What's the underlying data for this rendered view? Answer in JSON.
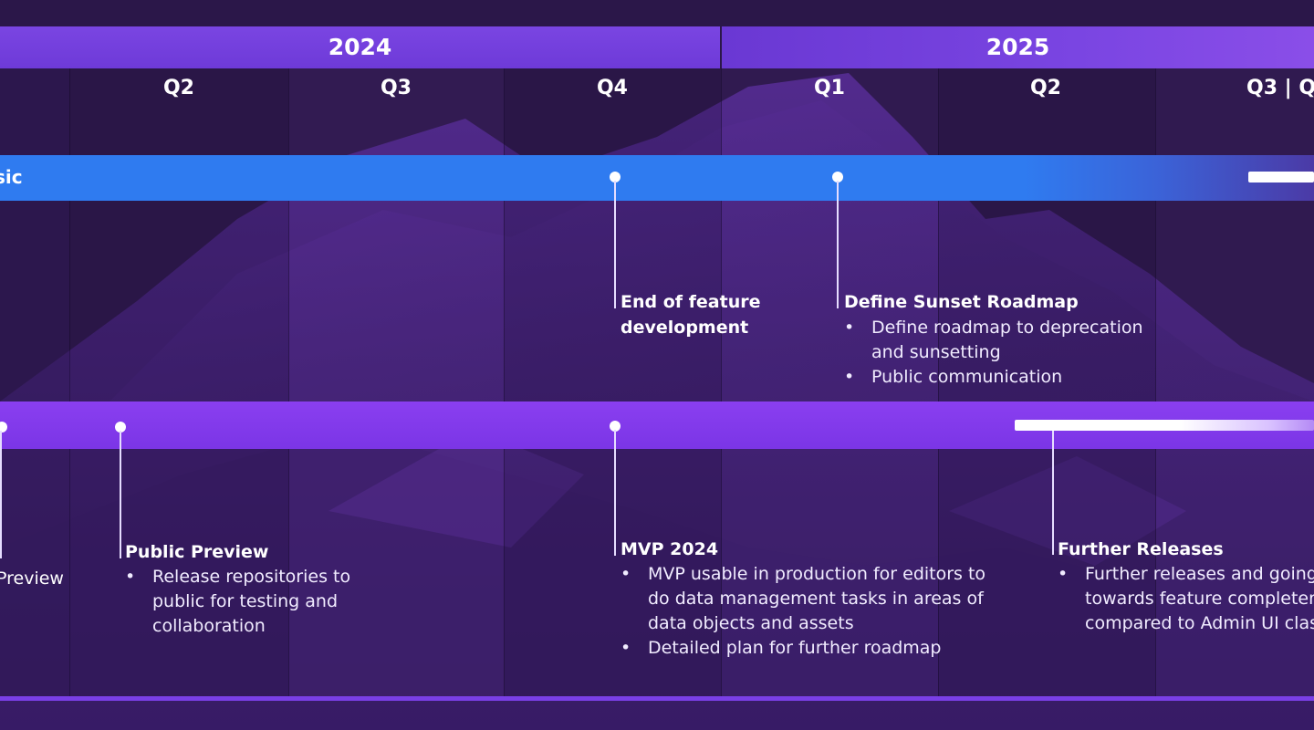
{
  "years": [
    "2024",
    "2025"
  ],
  "quarters": [
    "Q2",
    "Q3",
    "Q4",
    "Q1",
    "Q2",
    "Q3 | Q"
  ],
  "tracks": {
    "classic": {
      "label": "sic",
      "color": "#2f7bf0"
    },
    "new": {
      "color": "#8a3ff0"
    }
  },
  "milestones": {
    "end_feature": {
      "title_line1": "End of feature",
      "title_line2": "development"
    },
    "sunset": {
      "title": "Define Sunset Roadmap",
      "items": [
        "Define roadmap to deprecation and sunsetting",
        "Public communication"
      ]
    },
    "private_preview": {
      "fragment": "Preview"
    },
    "public_preview": {
      "title": "Public Preview",
      "items": [
        "Release repositories to public for testing and collaboration"
      ]
    },
    "mvp": {
      "title": "MVP 2024",
      "items": [
        "MVP usable in production for editors to do data management tasks in areas of data objects and assets",
        "Detailed plan for further roadmap"
      ]
    },
    "further": {
      "title": "Further Releases",
      "items": [
        "Further releases and going towards feature completeness compared to Admin UI classic"
      ]
    }
  },
  "colors": {
    "background": "#2a1646",
    "year_band": "#7a45e2",
    "accent": "#ffffff"
  }
}
